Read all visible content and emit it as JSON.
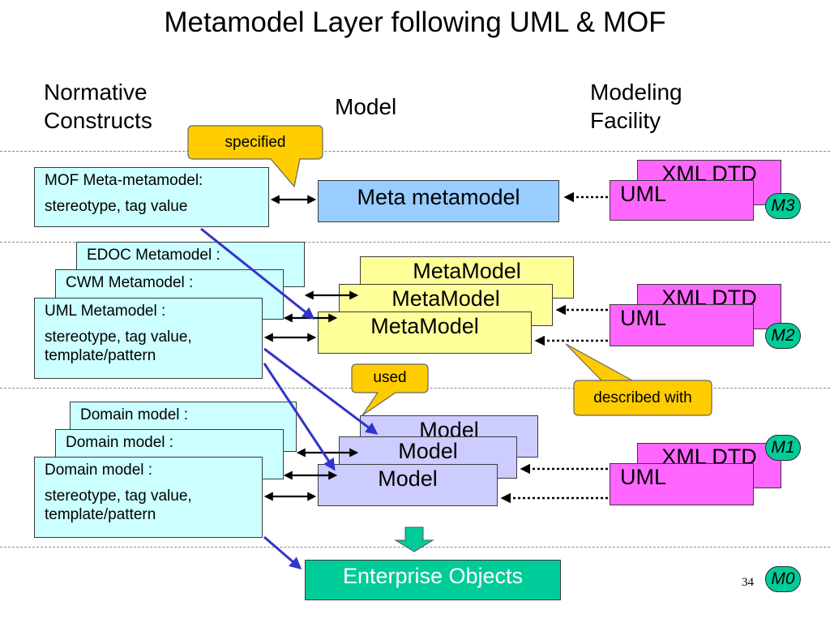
{
  "title": "Metamodel Layer following UML & MOF",
  "headings": {
    "normative": "Normative Constructs",
    "model": "Model",
    "modeling_facility": "Modeling Facility"
  },
  "callouts": {
    "specified": "specified",
    "used": "used",
    "described_with": "described with"
  },
  "m3": {
    "mof_line1": "MOF Meta-metamodel:",
    "mof_line2": "stereotype, tag value",
    "model": "Meta metamodel",
    "xml_dtd": "XML DTD",
    "uml": "UML",
    "level": "M3"
  },
  "m2": {
    "edoc": "EDOC Metamodel :",
    "cwm": "CWM Metamodel :",
    "uml_line1": "UML Metamodel :",
    "uml_line2": "stereotype, tag value, template/pattern",
    "model_back": "MetaModel",
    "model_mid": "MetaModel",
    "model_front": "MetaModel",
    "xml_dtd": "XML DTD",
    "uml": "UML",
    "level": "M2"
  },
  "m1": {
    "domain_back": "Domain model :",
    "domain_mid": "Domain model :",
    "domain_line1": "Domain model :",
    "domain_line2": "stereotype, tag value, template/pattern",
    "model_back": "Model",
    "model_mid": "Model",
    "model_front": "Model",
    "xml_dtd": "XML DTD",
    "uml": "UML",
    "level": "M1"
  },
  "m0": {
    "objects": "Enterprise Objects",
    "level": "M0"
  },
  "page_number": "34",
  "colors": {
    "cyan": "#ccffff",
    "yellow": "#ffff99",
    "lavender": "#ccccff",
    "blue": "#99ccff",
    "magenta": "#ff66ff",
    "green": "#00cc99",
    "callout": "#ffcc00",
    "arrow_blue": "#3333cc"
  }
}
